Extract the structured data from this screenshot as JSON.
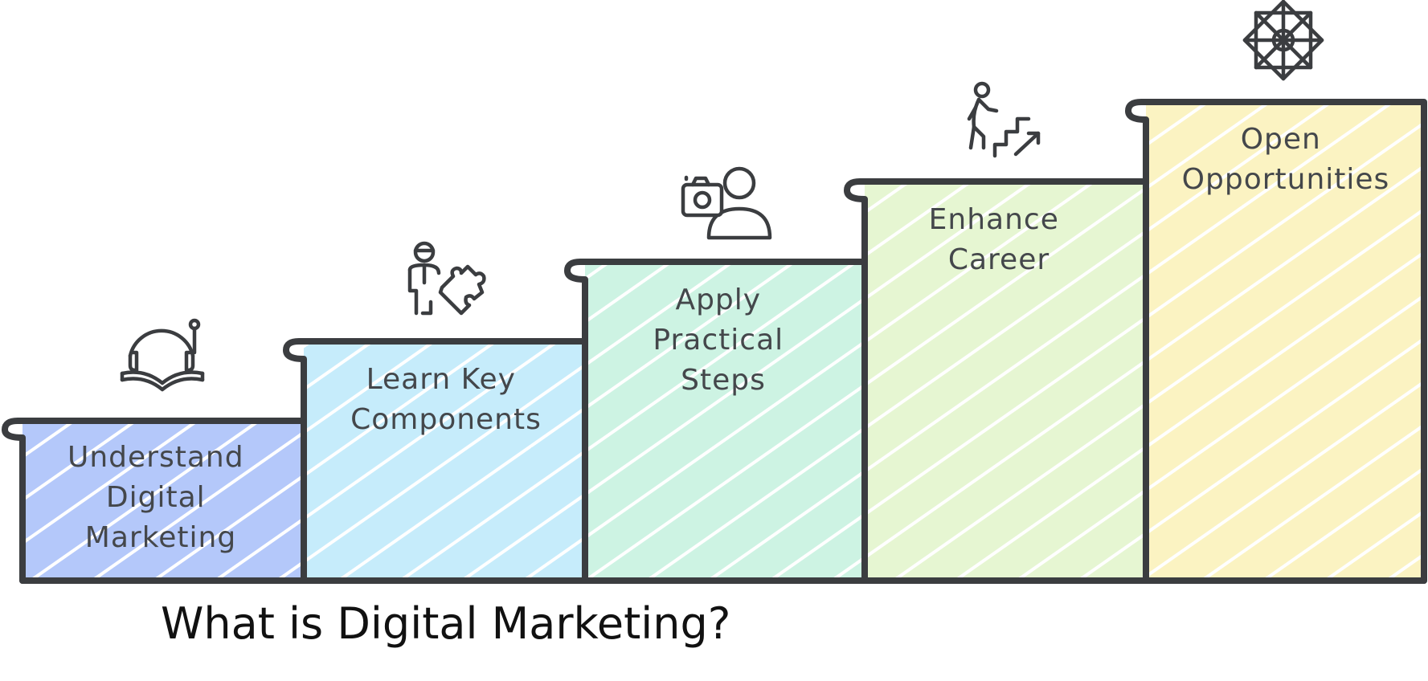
{
  "caption": "What is Digital Marketing?",
  "steps": [
    {
      "lines": [
        "Understand",
        "Digital",
        "Marketing"
      ],
      "icon": "open-book-with-headphones-icon",
      "color": "#b4c8fa"
    },
    {
      "lines": [
        "Learn Key",
        "Components"
      ],
      "icon": "person-with-puzzle-piece-icon",
      "color": "#c6ecfb"
    },
    {
      "lines": [
        "Apply",
        "Practical",
        "Steps"
      ],
      "icon": "camera-and-user-icon",
      "color": "#cdf3e3"
    },
    {
      "lines": [
        "Enhance",
        "Career"
      ],
      "icon": "person-climbing-stairs-icon",
      "color": "#e6f6d2"
    },
    {
      "lines": [
        "Open",
        "Opportunities"
      ],
      "icon": "geometric-star-icon",
      "color": "#fbf3c2"
    }
  ]
}
